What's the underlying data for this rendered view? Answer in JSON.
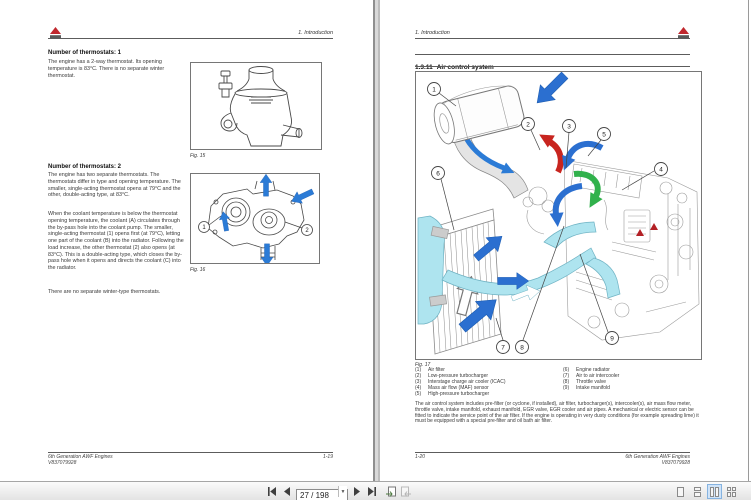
{
  "toolbar": {
    "page_value": "27 / 198"
  },
  "colors": {
    "arrow_blue": "#2b6fd0",
    "arrow_red": "#c8251f",
    "arrow_green": "#31b14c",
    "pipe_cyan": "#aee4ef",
    "logo_red": "#c0272d",
    "layout_active_bg": "#cfe3f8"
  },
  "left_page": {
    "header_chapter": "1. Introduction",
    "section1_title": "Number of thermostats: 1",
    "section1_body": "The engine has a 2-way thermostat. Its opening temperature is 83°C. There is no separate winter thermostat.",
    "fig15_caption": "Fig. 15",
    "section2_title": "Number of thermostats: 2",
    "section2_body1": "The engine has two separate thermostats. The thermostats differ in type and opening temperature. The smaller, single-acting thermostat opens at 79°C and the other, double-acting type, at 83°C.",
    "section2_body2": "When the coolant temperature is below the thermostat opening temperature, the coolant (A) circulates through the by-pass hole into the coolant pump. The smaller, single-acting thermostat (1) opens first (at 79°C), letting one part of the coolant (B) into the radiator. Following the load increase, the other thermostat (2) also opens (at 83°C). This is a double-acting type, which closes the by-pass hole when it opens and directs the coolant (C) into the radiator.",
    "section2_body3": "There are no separate winter-type thermostats.",
    "fig16_caption": "Fig. 16",
    "fig16_callouts": [
      "1",
      "2"
    ],
    "footer_line1": "6th Generation AWF Engines",
    "footer_line2": "V837079928",
    "footer_page": "1-19"
  },
  "right_page": {
    "header_chapter": "1. Introduction",
    "section_number": "1.3.11",
    "section_name": "Air control system",
    "fig17_caption": "Fig. 17",
    "fig17_callouts": [
      "1",
      "2",
      "3",
      "4",
      "5",
      "6",
      "7",
      "8",
      "9"
    ],
    "legend_left": [
      {
        "num": "(1)",
        "label": "Air filter"
      },
      {
        "num": "(2)",
        "label": "Low-pressure turbocharger"
      },
      {
        "num": "(3)",
        "label": "Interstage charge air cooler (ICAC)"
      },
      {
        "num": "(4)",
        "label": "Mass air flow (MAF) sensor"
      },
      {
        "num": "(5)",
        "label": "High-pressure turbocharger"
      }
    ],
    "legend_right": [
      {
        "num": "(6)",
        "label": "Engine radiator"
      },
      {
        "num": "(7)",
        "label": "Air to air intercooler"
      },
      {
        "num": "(8)",
        "label": "Throttle valve"
      },
      {
        "num": "(9)",
        "label": "Intake manifold"
      }
    ],
    "body": "The air control system includes pre-filter (or cyclone, if installed), air filter, turbocharger(s), intercooler(s), air mass flow meter, throttle valve, intake manifold, exhaust manifold, EGR valve, EGR cooler and air pipes. A mechanical or electric sensor can be fitted to indicate the service point of the air filter. If the engine is operating in very dusty conditions (for example spreading lime) it must be equipped with a special pre-filter and oil bath air filter.",
    "footer_page": "1-20",
    "footer_line1": "6th Generation AWF Engines",
    "footer_line2": "V837079928"
  }
}
